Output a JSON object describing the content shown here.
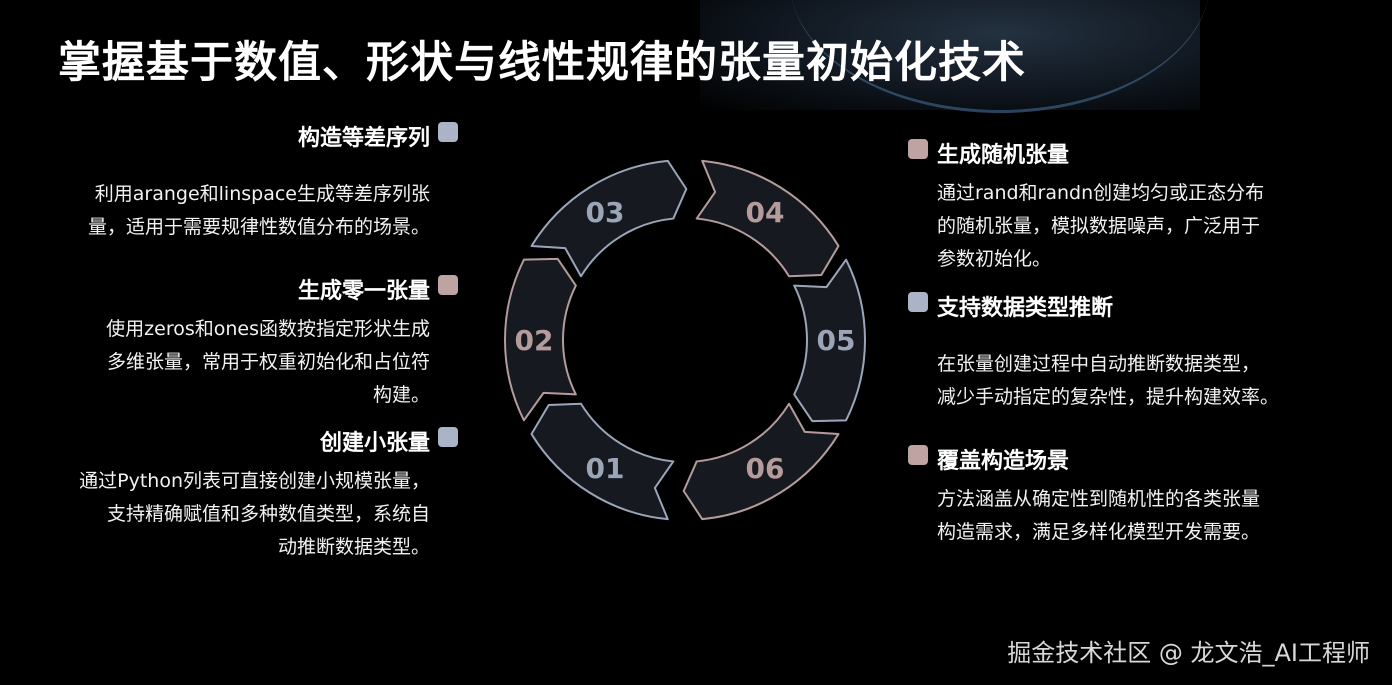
{
  "title": "掌握基于数值、形状与线性规律的张量初始化技术",
  "left_items": [
    {
      "heading": "构造等差序列",
      "desc_lines": [
        "利用arange和linspace生成等差序列张",
        "量，适用于需要规律性数值分布的场景。"
      ],
      "marker_color": "#aab4c6"
    },
    {
      "heading": "生成零一张量",
      "desc_lines": [
        "使用zeros和ones函数按指定形状生成",
        "多维张量，常用于权重初始化和占位符",
        "构建。"
      ],
      "marker_color": "#bfa2a2"
    },
    {
      "heading": "创建小张量",
      "desc_lines": [
        "通过Python列表可直接创建小规模张量，",
        "支持精确赋值和多种数值类型，系统自",
        "动推断数据类型。"
      ],
      "marker_color": "#aab4c6"
    }
  ],
  "right_items": [
    {
      "heading": "生成随机张量",
      "desc_lines": [
        "通过rand和randn创建均匀或正态分布",
        "的随机张量，模拟数据噪声，广泛用于",
        "参数初始化。"
      ],
      "marker_color": "#bfa2a2"
    },
    {
      "heading": "支持数据类型推断",
      "desc_lines": [
        "在张量创建过程中自动推断数据类型，",
        "减少手动指定的复杂性，提升构建效率。"
      ],
      "marker_color": "#aab4c6"
    },
    {
      "heading": "覆盖构造场景",
      "desc_lines": [
        "方法涵盖从确定性到随机性的各类张量",
        "构造需求，满足多样化模型开发需要。"
      ],
      "marker_color": "#bfa2a2"
    }
  ],
  "cycle": {
    "segments": [
      {
        "label": "01",
        "color": "#9aa6b8"
      },
      {
        "label": "02",
        "color": "#b59c9c"
      },
      {
        "label": "03",
        "color": "#9aa6b8"
      },
      {
        "label": "04",
        "color": "#b59c9c"
      },
      {
        "label": "05",
        "color": "#9aa6b8"
      },
      {
        "label": "06",
        "color": "#b59c9c"
      }
    ]
  },
  "watermark": "掘金技术社区 @ 龙文浩_AI工程师"
}
